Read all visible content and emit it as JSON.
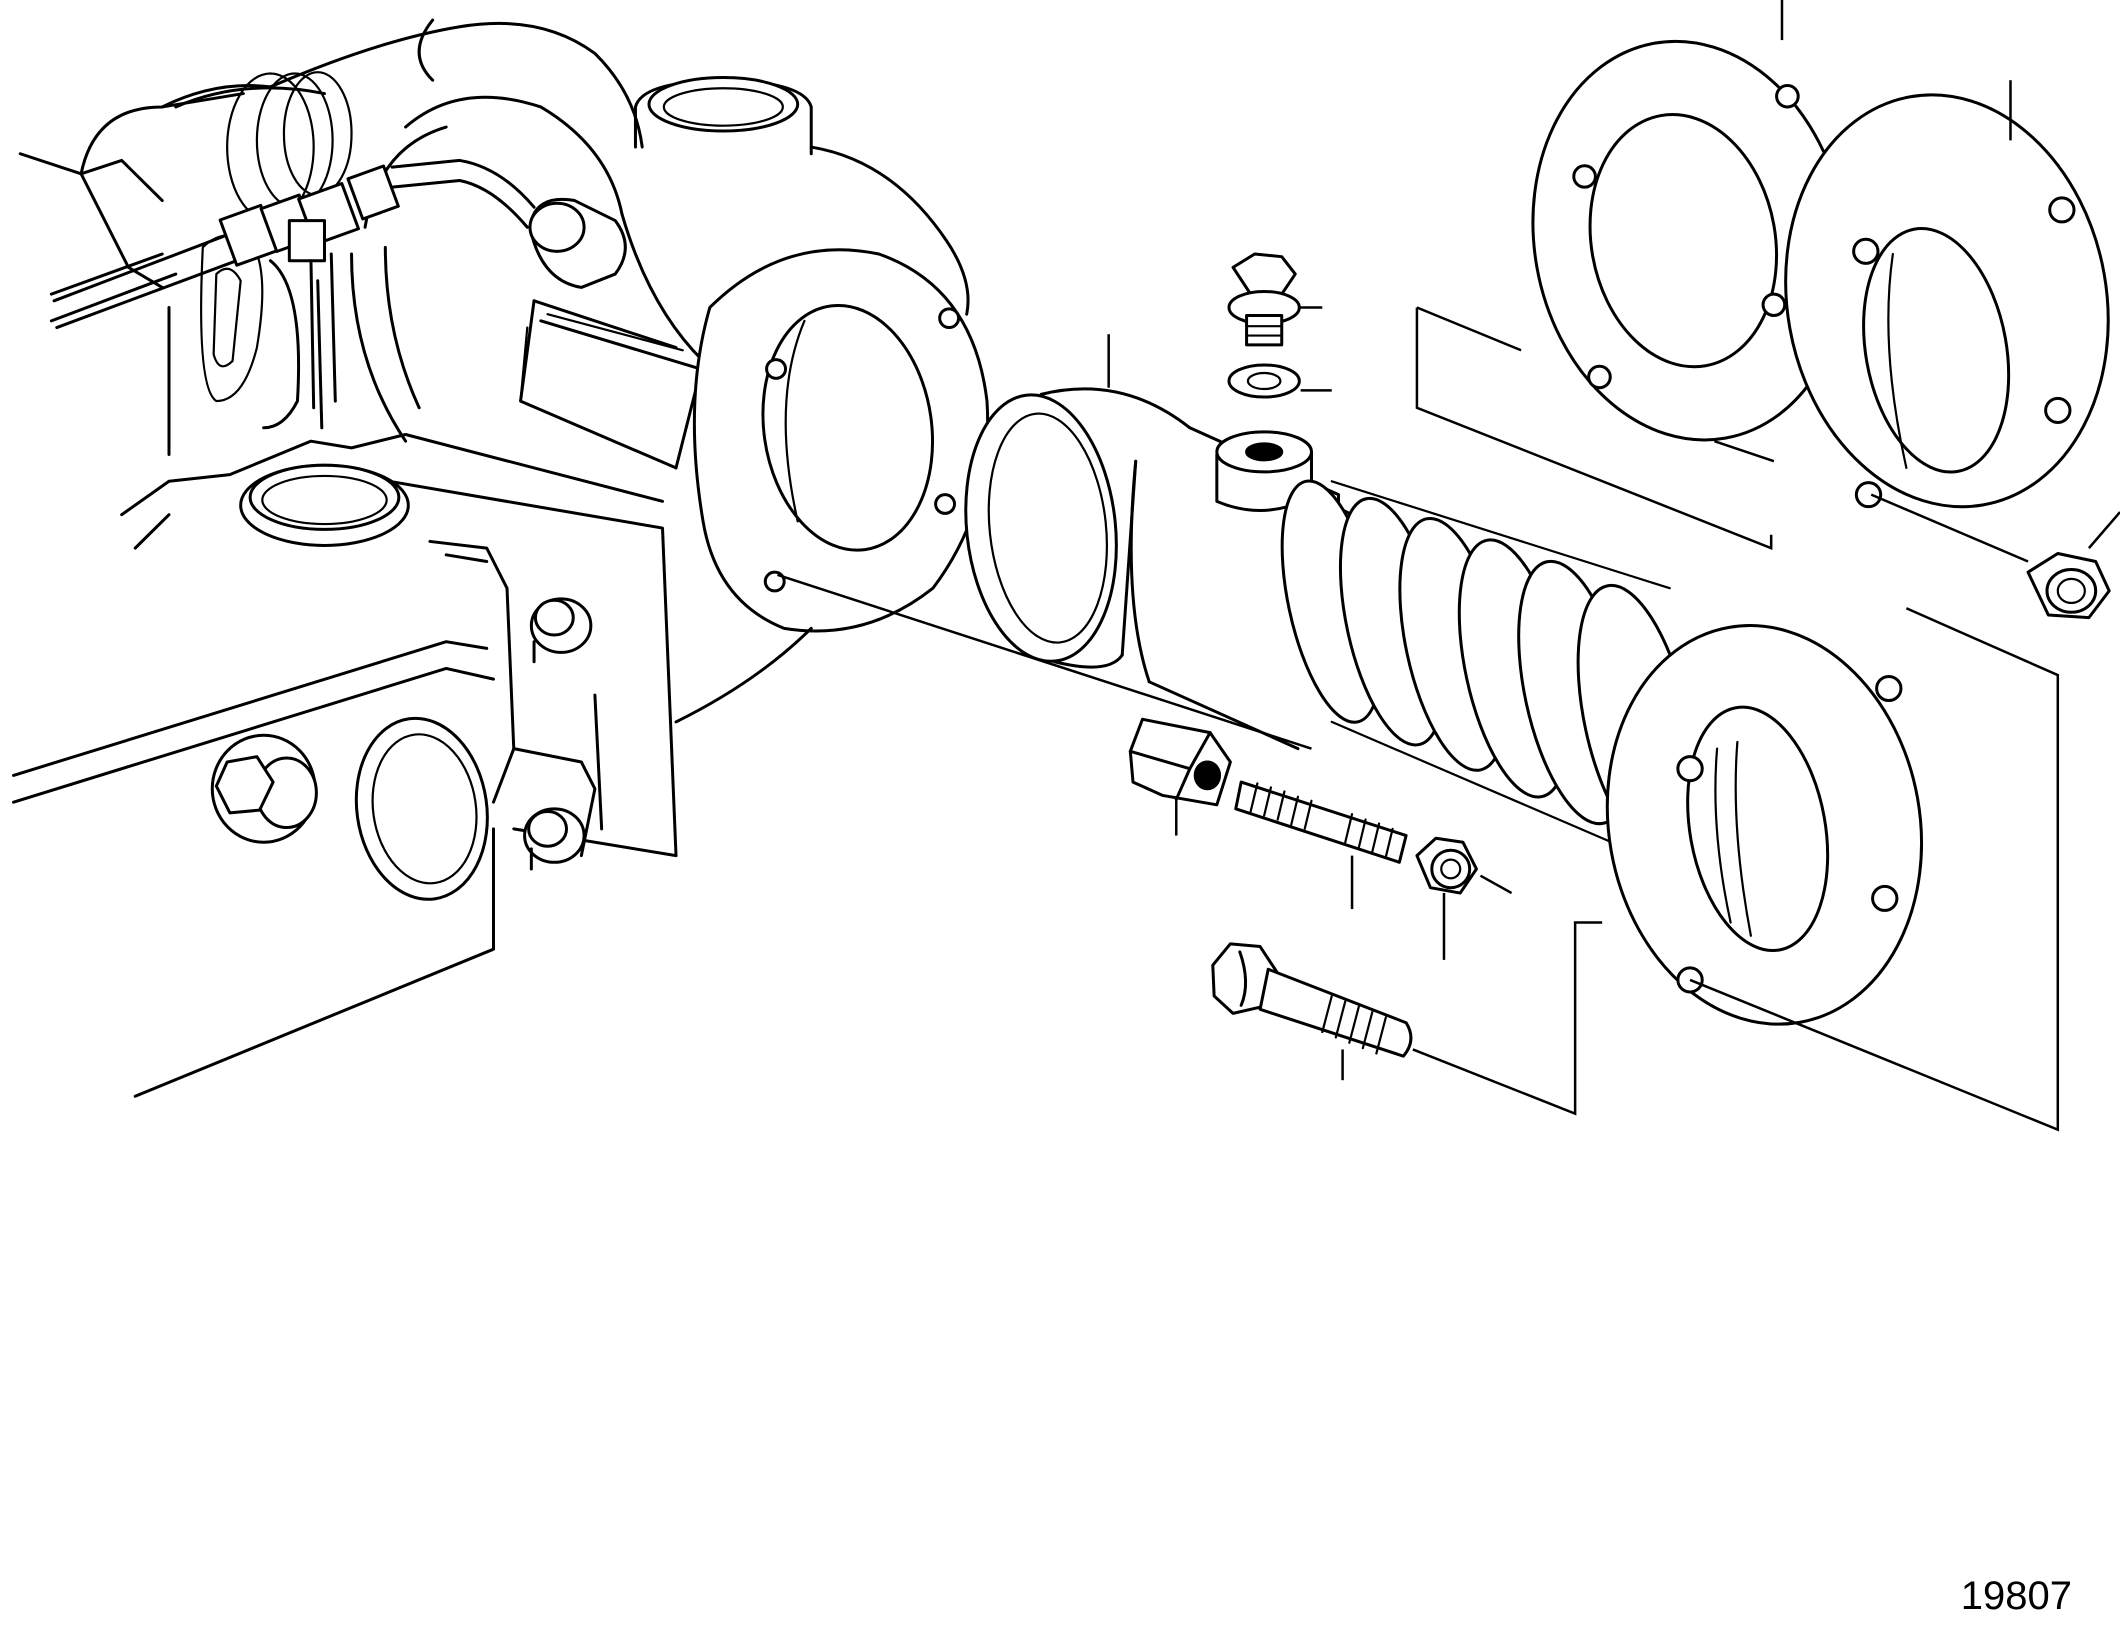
{
  "figure": {
    "number": "19807",
    "parts": [
      "exhaust-elbow",
      "cover-plate",
      "flange-gasket",
      "lock-nut",
      "mounting-bracket",
      "stud",
      "hex-nut",
      "flange-bolt",
      "exhaust-bellows",
      "drain-plug",
      "sealing-washer"
    ]
  }
}
